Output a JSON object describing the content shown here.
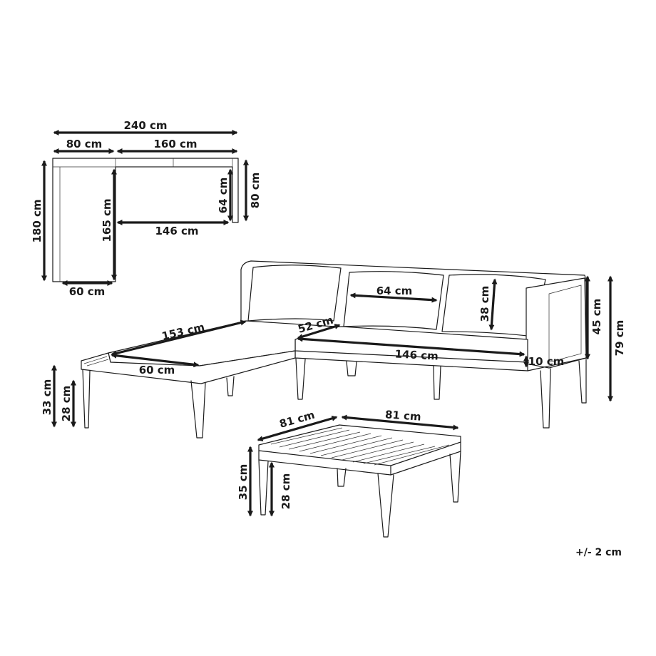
{
  "plan_view": {
    "overall_width": "240 cm",
    "chaise_width": "80 cm",
    "sofa_width": "160 cm",
    "overall_depth": "180 cm",
    "inner_depth": "165 cm",
    "sofa_depth": "80 cm",
    "sofa_seat_depth": "64 cm",
    "sofa_seat_width": "146 cm",
    "chaise_seat_width": "60 cm"
  },
  "chaise": {
    "seat_length": "153 cm",
    "seat_width": "60 cm",
    "total_height": "33 cm",
    "leg_height": "28 cm"
  },
  "sofa": {
    "seat_depth": "52 cm",
    "seat_width": "146 cm",
    "cushion_width": "64 cm",
    "cushion_height": "38 cm",
    "seat_thickness": "10 cm",
    "seat_height": "45 cm",
    "total_height": "79 cm"
  },
  "table": {
    "depth": "81 cm",
    "width": "81 cm",
    "height": "35 cm",
    "leg_height": "28 cm"
  },
  "tolerance_note": "+/- 2 cm",
  "colors": {
    "ink": "#1a1a1a",
    "background": "#ffffff"
  }
}
